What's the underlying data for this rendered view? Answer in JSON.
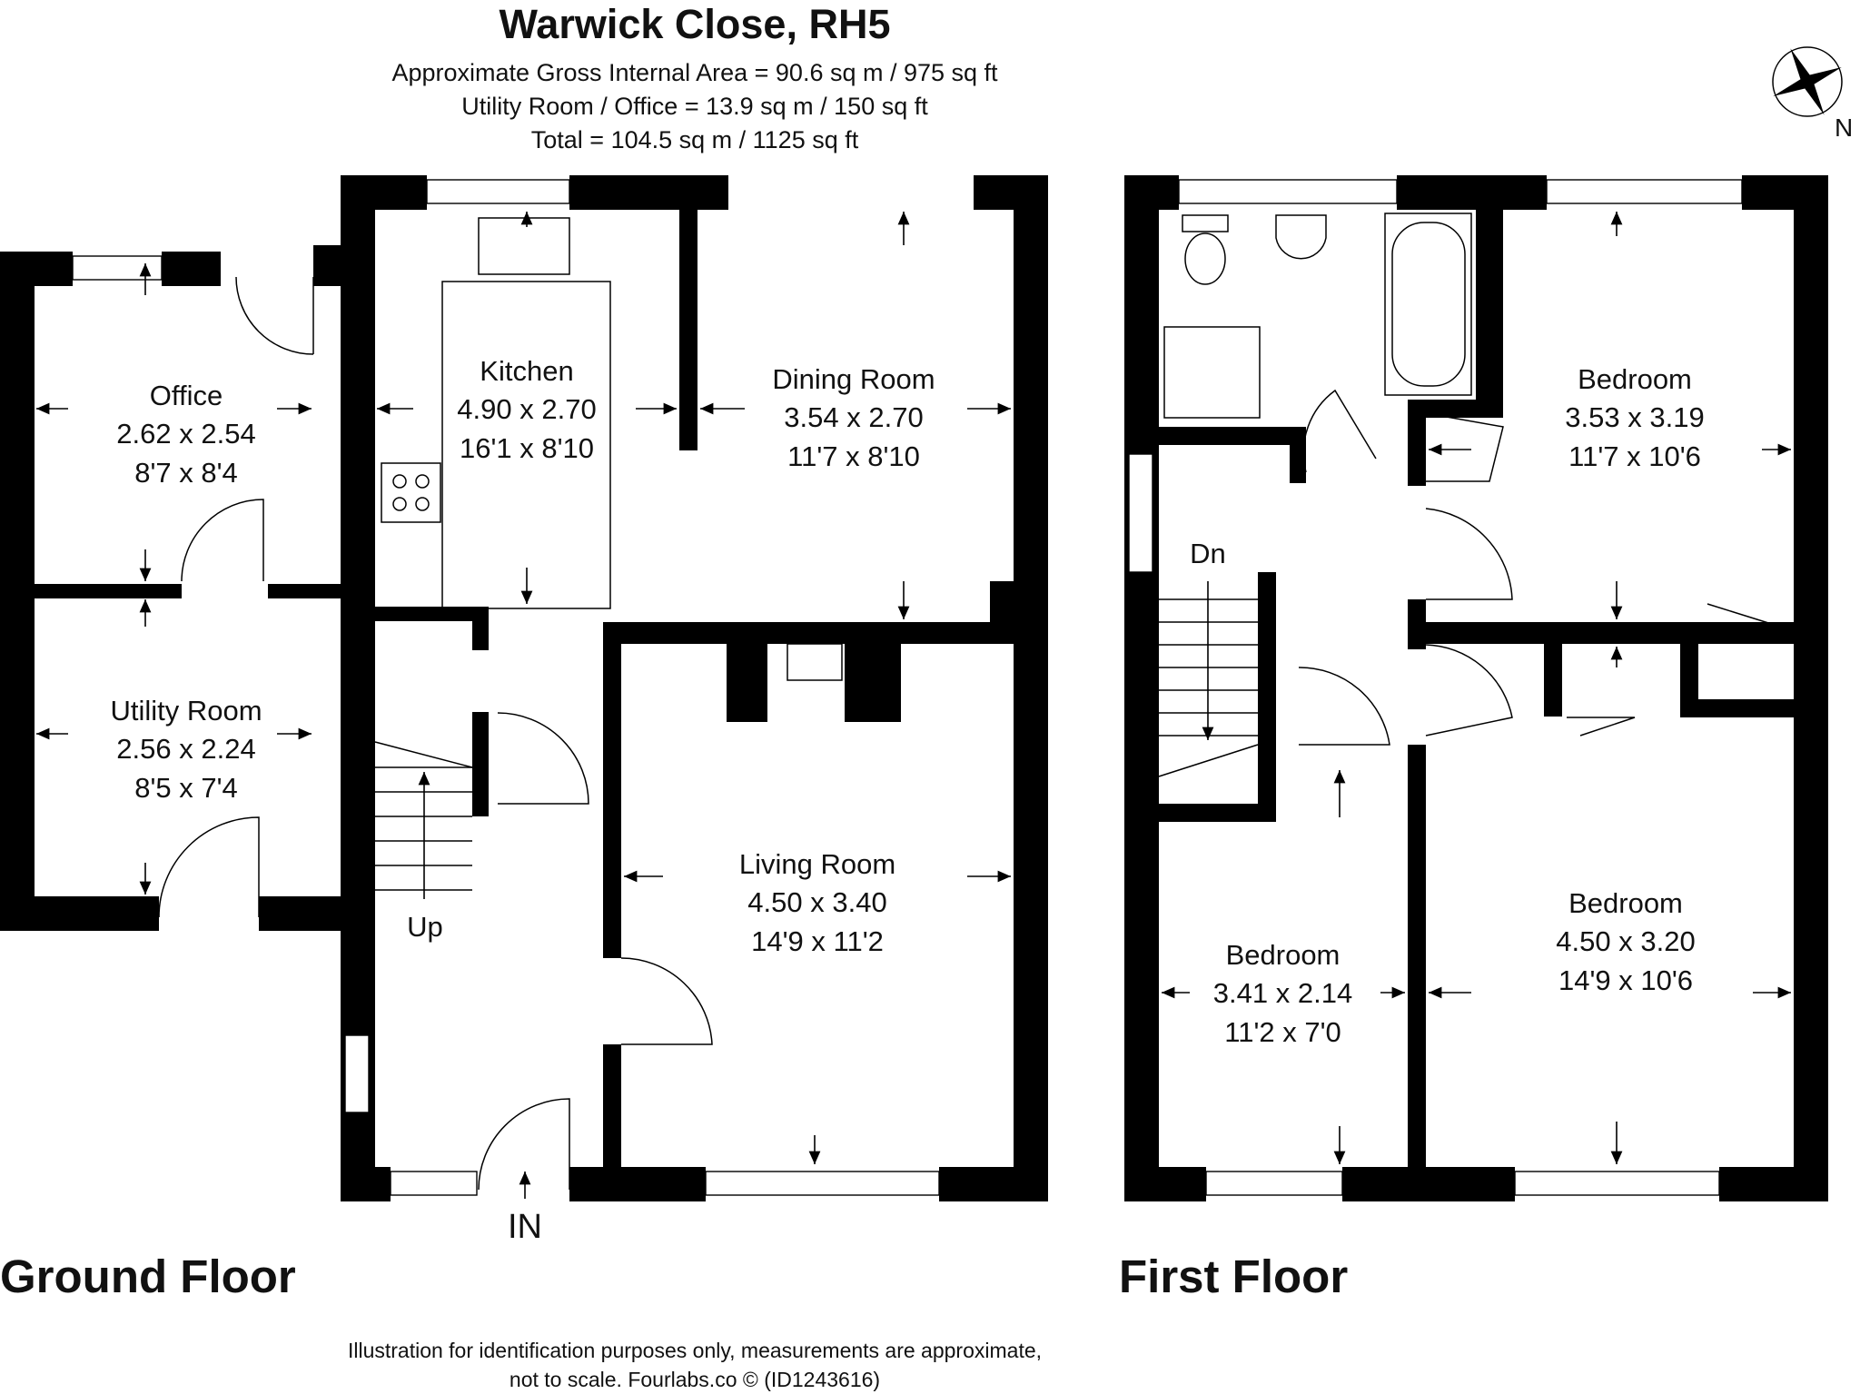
{
  "header": {
    "title": "Warwick Close, RH5",
    "area_line_1": "Approximate Gross Internal Area = 90.6 sq m / 975 sq ft",
    "area_line_2": "Utility Room / Office = 13.9 sq m / 150 sq ft",
    "area_line_3": "Total = 104.5 sq m / 1125 sq ft"
  },
  "compass": {
    "label": "N",
    "icon": "compass-rose-icon"
  },
  "ground_floor": {
    "label": "Ground Floor",
    "entrance_label": "IN",
    "stairs_label": "Up",
    "rooms": [
      {
        "name": "Office",
        "metric": "2.62 x 2.54",
        "imperial": "8'7 x 8'4"
      },
      {
        "name": "Utility Room",
        "metric": "2.56 x 2.24",
        "imperial": "8'5 x 7'4"
      },
      {
        "name": "Kitchen",
        "metric": "4.90 x 2.70",
        "imperial": "16'1 x 8'10"
      },
      {
        "name": "Dining Room",
        "metric": "3.54 x 2.70",
        "imperial": "11'7 x 8'10"
      },
      {
        "name": "Living Room",
        "metric": "4.50 x 3.40",
        "imperial": "14'9 x 11'2"
      }
    ]
  },
  "first_floor": {
    "label": "First Floor",
    "stairs_label": "Dn",
    "rooms": [
      {
        "name": "Bedroom",
        "metric": "3.53 x 3.19",
        "imperial": "11'7 x 10'6"
      },
      {
        "name": "Bedroom",
        "metric": "3.41 x 2.14",
        "imperial": "11'2 x 7'0"
      },
      {
        "name": "Bedroom",
        "metric": "4.50 x 3.20",
        "imperial": "14'9 x 10'6"
      }
    ]
  },
  "footer": {
    "line_1": "Illustration for identification purposes only, measurements are approximate,",
    "line_2": "not to scale. Fourlabs.co © (ID1243616)"
  }
}
